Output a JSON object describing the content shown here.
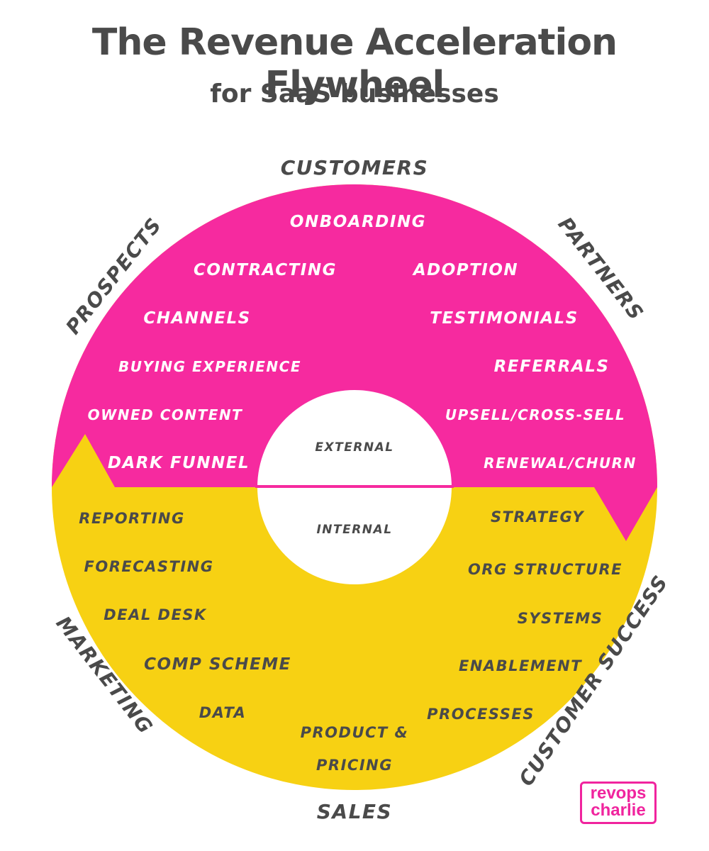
{
  "header": {
    "title": "The Revenue Acceleration Flywheel",
    "subtitle": "for SaaS businesses"
  },
  "colors": {
    "external": "#f62a9f",
    "internal": "#f7d113",
    "text_dark": "#4a4a4a",
    "text_light": "#ffffff"
  },
  "outer_labels": {
    "customers": "Customers",
    "prospects": "Prospects",
    "partners": "Partners",
    "marketing": "Marketing",
    "customer_success": "Customer Success",
    "sales": "Sales"
  },
  "center": {
    "external": "External",
    "internal": "Internal"
  },
  "external_items": {
    "onboarding": "Onboarding",
    "contracting": "Contracting",
    "adoption": "Adoption",
    "channels": "Channels",
    "testimonials": "Testimonials",
    "buying_experience": "Buying experience",
    "referrals": "Referrals",
    "owned_content": "owned Content",
    "upsell_cross_sell": "Upsell/Cross-Sell",
    "dark_funnel": "Dark Funnel",
    "renewal_churn": "renewal/churn"
  },
  "internal_items": {
    "reporting": "reporting",
    "strategy": "strategy",
    "forecasting": "forecasting",
    "org_structure": "org Structure",
    "deal_desk": "deal desk",
    "systems": "systems",
    "comp_scheme": "Comp Scheme",
    "enablement": "enablement",
    "data": "data",
    "processes": "processes",
    "product_pricing_line1": "product &",
    "product_pricing_line2": "Pricing"
  },
  "logo": {
    "line1": "revops",
    "line2": "charlie"
  }
}
